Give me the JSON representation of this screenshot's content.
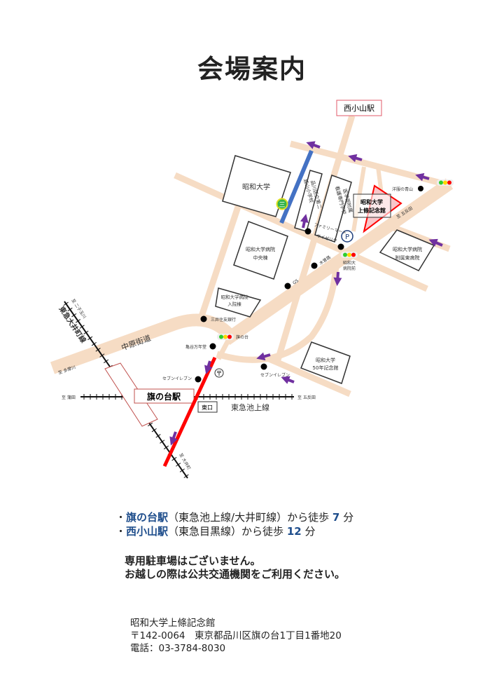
{
  "title": "会場案内",
  "map": {
    "nishikoyama_station": "西小山駅",
    "showa_univ": "昭和大学",
    "school_1": "品川区立第二",
    "school_2": "延山小学校",
    "nursing_1": "医学部附属",
    "nursing_2": "看護専門学校",
    "venue_1": "昭和大学",
    "venue_2": "上條記念館",
    "yofuku": "洋服の青山",
    "to_gotanda_road": "至 五反田",
    "familymart": "ファミリーマート",
    "saizeriya": "サイゼリヤ",
    "hosp_central_1": "昭和大学病院",
    "hosp_central_2": "中央棟",
    "hosp_east_1": "昭和大学病院",
    "hosp_east_2": "附属東病院",
    "kisoji": "木曽路",
    "gs": "GS",
    "signal_hospital_1": "昭和大",
    "signal_hospital_2": "病院前",
    "hosp_inpatient_1": "昭和大学病院",
    "hosp_inpatient_2": "入院棟",
    "smbc": "三井住友銀行",
    "signal_hatanodai": "旗の台",
    "kameya": "亀谷万年堂",
    "nakahara": "中原街道",
    "to_tamagawa": "至 多摩川",
    "to_futakotamagawa": "至 二子玉川",
    "oimachi_line": "東急大井町線",
    "seven_1": "セブンイレブン",
    "seven_2": "セブンイレブン",
    "hall50_1": "昭和大学",
    "hall50_2": "50年記念館",
    "to_kamata": "至 蒲田",
    "hatanodai_station": "旗の台駅",
    "to_gotanda_rail": "至 五反田",
    "east_exit": "東口",
    "ikegami_line": "東急池上線",
    "to_oimachi": "至 大井町",
    "parking": "P",
    "post": "〒",
    "school_mark": "三"
  },
  "access": [
    {
      "bullet": "・",
      "station": "旗の台駅",
      "lines": "（東急池上線/大井町線）から徒歩 ",
      "minutes": "7",
      "unit": " 分"
    },
    {
      "bullet": "・",
      "station": "西小山駅",
      "lines": "（東急目黒線）から徒歩 ",
      "minutes": "12",
      "unit": " 分"
    }
  ],
  "notes": [
    "専用駐車場はございません。",
    "お越しの際は公共交通機関をご利用ください。"
  ],
  "address": {
    "name": "昭和大学上條記念館",
    "postal": "〒142-0064　東京都品川区旗の台1丁目1番地20",
    "phone": "電話：03-3784-8030"
  },
  "colors": {
    "road": "#f6dcc4",
    "route": "#ff0000",
    "canal": "#4472c4",
    "arrow": "#7030a0",
    "accent": "#1f4e8c"
  }
}
